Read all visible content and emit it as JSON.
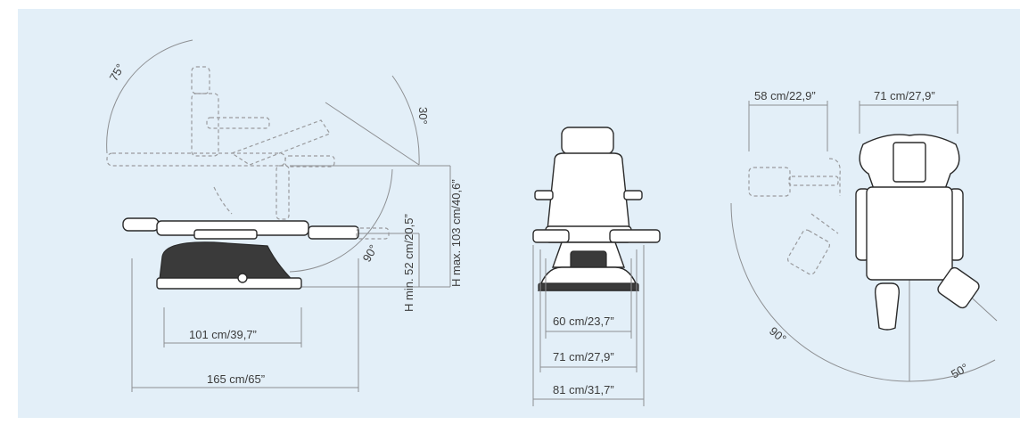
{
  "side_view": {
    "angle_backrest": "75°",
    "angle_seat": "30°",
    "angle_leg": "90°",
    "height_min": "H min. 52 cm/20,5”",
    "height_max": "H max. 103 cm/40,6”",
    "width_seat": "101 cm/39,7”",
    "width_total": "165 cm/65”"
  },
  "front_view": {
    "width_60": "60 cm/23,7”",
    "width_71": "71 cm/27,9”",
    "width_81": "81 cm/31,7”"
  },
  "top_view": {
    "width_58": "58 cm/22,9”",
    "width_71": "71 cm/27,9”",
    "angle_90": "90°",
    "angle_50": "50°"
  },
  "colors": {
    "background": "#e3eff8",
    "line": "#8d8f92",
    "chair": "#2a2a2a"
  }
}
